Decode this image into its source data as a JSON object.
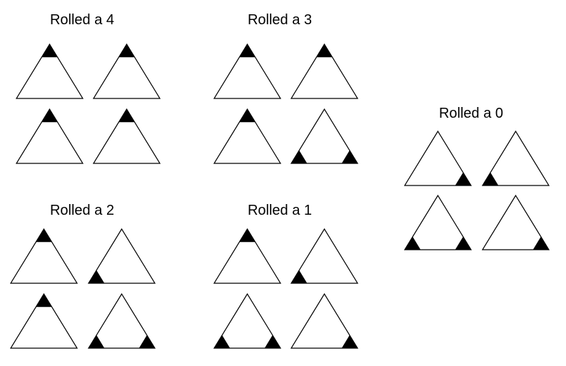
{
  "colors": {
    "outline": "#000000",
    "marked_tip": "#000000",
    "background": "#ffffff"
  },
  "groups": [
    {
      "label": "Rolled a 4",
      "dice": [
        [
          "top"
        ],
        [
          "top"
        ],
        [
          "top"
        ],
        [
          "top"
        ]
      ]
    },
    {
      "label": "Rolled a 3",
      "dice": [
        [
          "top"
        ],
        [
          "top"
        ],
        [
          "top"
        ],
        [
          "left",
          "right"
        ]
      ]
    },
    {
      "label": "Rolled a 0",
      "dice": [
        [
          "right"
        ],
        [
          "left"
        ],
        [
          "left",
          "right"
        ],
        [
          "right"
        ]
      ]
    },
    {
      "label": "Rolled a 2",
      "dice": [
        [
          "top"
        ],
        [
          "left"
        ],
        [
          "top"
        ],
        [
          "left",
          "right"
        ]
      ]
    },
    {
      "label": "Rolled a 1",
      "dice": [
        [
          "top"
        ],
        [
          "left"
        ],
        [
          "left",
          "right"
        ],
        [
          "right"
        ]
      ]
    }
  ]
}
